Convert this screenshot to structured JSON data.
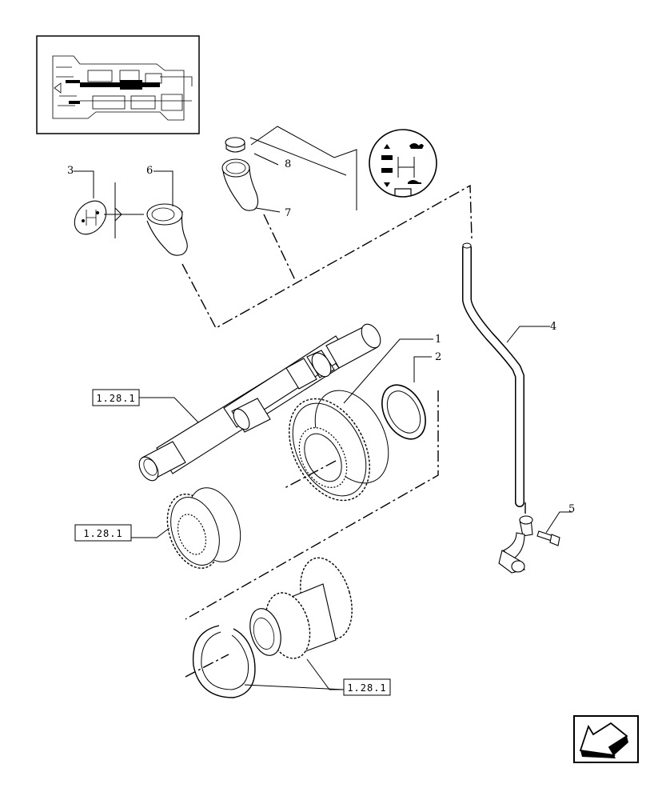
{
  "callouts": {
    "c1": "1",
    "c2": "2",
    "c3": "3",
    "c4": "4",
    "c5": "5",
    "c6": "6",
    "c7": "7",
    "c8": "8"
  },
  "references": {
    "ref_shaft": "1.28.1",
    "ref_sync": "1.28.1",
    "ref_cluster": "1.28.1"
  },
  "icons": {
    "thumbnail": "transmission-cross-section-icon",
    "decal": "shift-pattern-decal-icon",
    "nav": "previous-page-arrow-icon"
  }
}
